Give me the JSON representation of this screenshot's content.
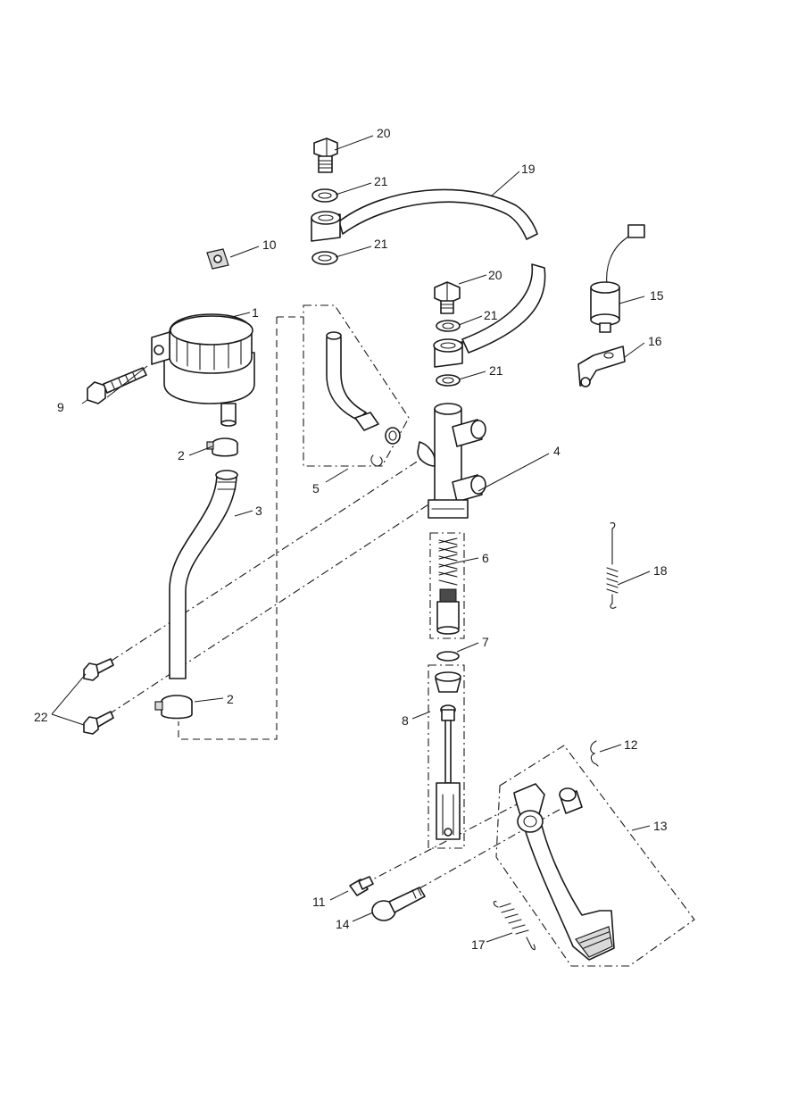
{
  "callouts": [
    {
      "id": "c1",
      "text": "1"
    },
    {
      "id": "c2a",
      "text": "2"
    },
    {
      "id": "c2b",
      "text": "2"
    },
    {
      "id": "c3",
      "text": "3"
    },
    {
      "id": "c4",
      "text": "4"
    },
    {
      "id": "c5",
      "text": "5"
    },
    {
      "id": "c6",
      "text": "6"
    },
    {
      "id": "c7",
      "text": "7"
    },
    {
      "id": "c8",
      "text": "8"
    },
    {
      "id": "c9",
      "text": "9"
    },
    {
      "id": "c10",
      "text": "10"
    },
    {
      "id": "c11",
      "text": "11"
    },
    {
      "id": "c12",
      "text": "12"
    },
    {
      "id": "c13",
      "text": "13"
    },
    {
      "id": "c14",
      "text": "14"
    },
    {
      "id": "c15",
      "text": "15"
    },
    {
      "id": "c16",
      "text": "16"
    },
    {
      "id": "c17",
      "text": "17"
    },
    {
      "id": "c18",
      "text": "18"
    },
    {
      "id": "c19",
      "text": "19"
    },
    {
      "id": "c20a",
      "text": "20"
    },
    {
      "id": "c20b",
      "text": "20"
    },
    {
      "id": "c21a",
      "text": "21"
    },
    {
      "id": "c21b",
      "text": "21"
    },
    {
      "id": "c21c",
      "text": "21"
    },
    {
      "id": "c21d",
      "text": "21"
    },
    {
      "id": "c22",
      "text": "22"
    }
  ]
}
